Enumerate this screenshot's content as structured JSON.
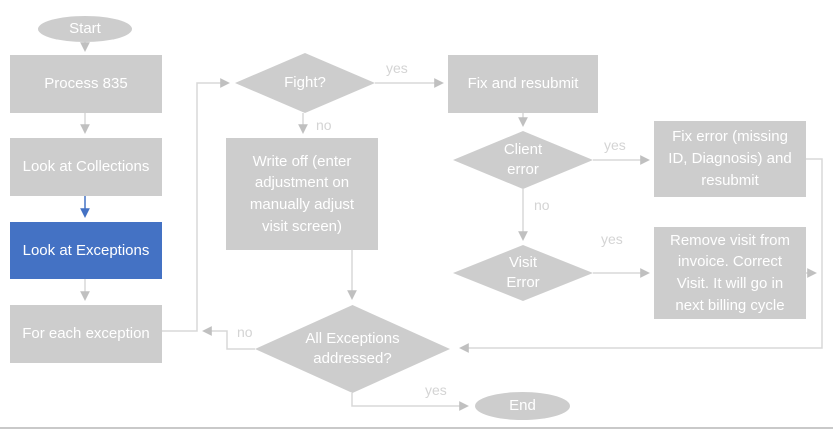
{
  "diagram": {
    "type": "flowchart",
    "colors": {
      "node_fill": "#CDCDCD",
      "highlight_fill": "#4472C4",
      "node_text": "#FFFFFF",
      "connector": "#D8D8D8",
      "arrowhead": "#C0C0C0",
      "highlight_connector": "#4472C4",
      "edge_label_text": "#D4D4D4",
      "divider": "#C9C9C9"
    },
    "nodes": {
      "start": {
        "label": "Start",
        "shape": "terminator"
      },
      "process_835": {
        "label": "Process 835",
        "shape": "process"
      },
      "look_at_collections": {
        "label": "Look at Collections",
        "shape": "process"
      },
      "look_at_exceptions": {
        "label": "Look at Exceptions",
        "shape": "process",
        "highlighted": true
      },
      "for_each_exception": {
        "label": "For each exception",
        "shape": "process"
      },
      "fight": {
        "label": "Fight?",
        "shape": "decision"
      },
      "fix_and_resubmit": {
        "label": "Fix and resubmit",
        "shape": "process"
      },
      "write_off": {
        "label": "Write off (enter adjustment on manually adjust visit screen)",
        "shape": "process"
      },
      "client_error": {
        "label": "Client error",
        "shape": "decision"
      },
      "fix_error": {
        "label": "Fix error (missing ID, Diagnosis) and resubmit",
        "shape": "process"
      },
      "visit_error": {
        "label": "Visit Error",
        "shape": "decision"
      },
      "remove_visit": {
        "label": "Remove visit from invoice. Correct Visit. It will go in next billing cycle",
        "shape": "process"
      },
      "all_exceptions_addressed": {
        "label": "All Exceptions addressed?",
        "shape": "decision"
      },
      "end": {
        "label": "End",
        "shape": "terminator"
      }
    },
    "edge_labels": {
      "fight_yes": "yes",
      "fight_no": "no",
      "client_error_yes": "yes",
      "client_error_no": "no",
      "visit_error_yes": "yes",
      "all_addressed_no": "no",
      "all_addressed_yes": "yes"
    }
  }
}
